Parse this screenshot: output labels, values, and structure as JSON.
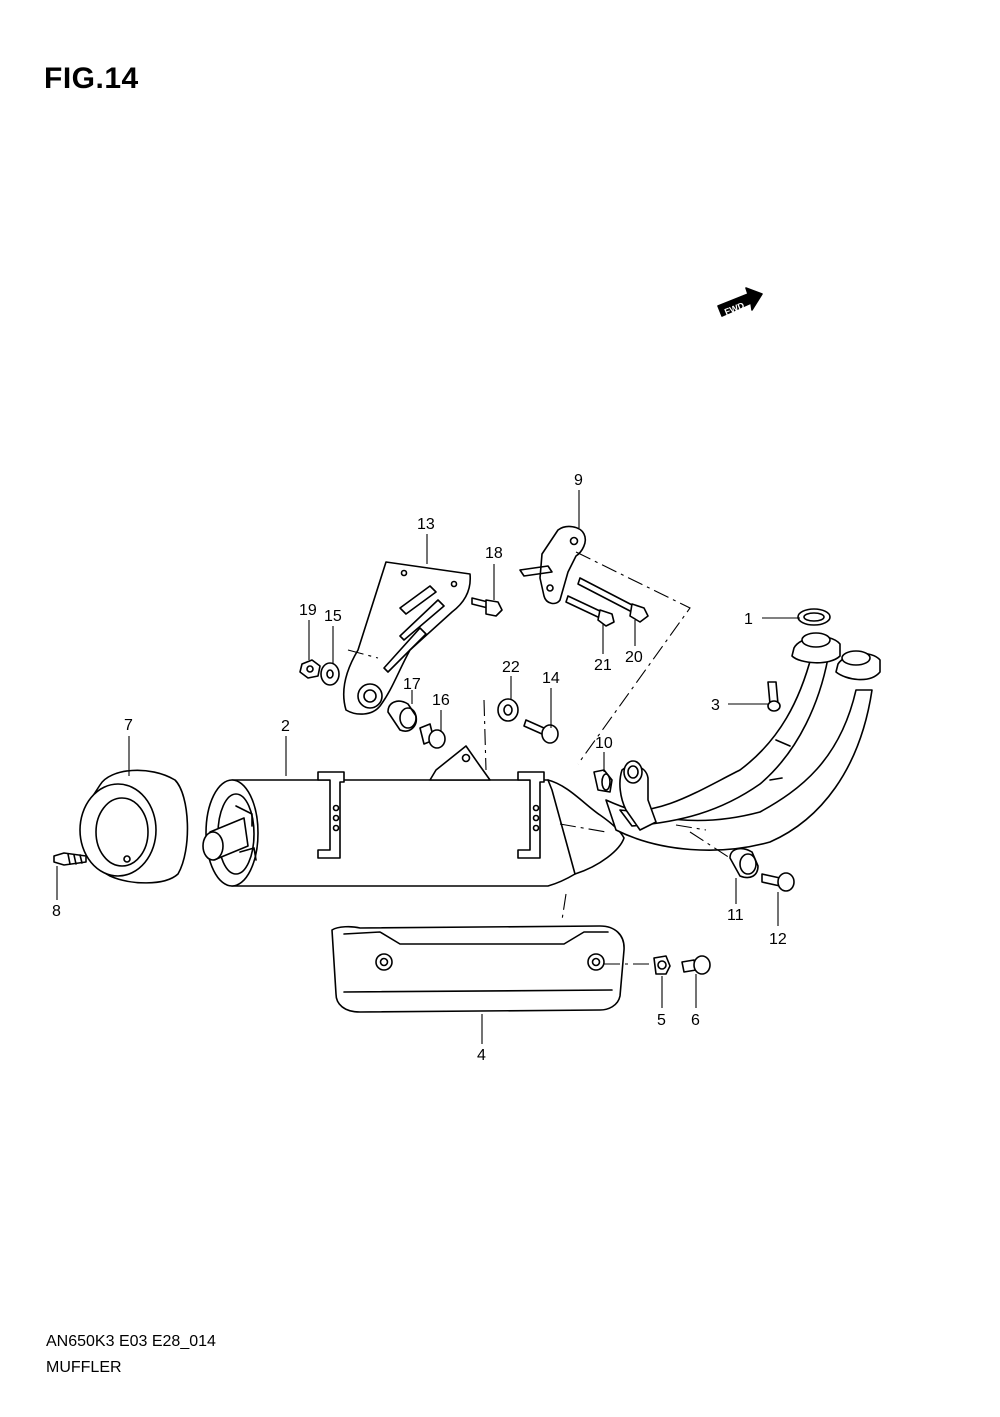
{
  "figure": {
    "title": "FIG.14",
    "code": "AN650K3 E03 E28_014",
    "name": "MUFFLER"
  },
  "fwd_badge": {
    "label": "FWD"
  },
  "callouts": [
    "1",
    "2",
    "3",
    "4",
    "5",
    "6",
    "7",
    "8",
    "9",
    "10",
    "11",
    "12",
    "13",
    "14",
    "15",
    "16",
    "17",
    "18",
    "19",
    "20",
    "21",
    "22"
  ]
}
